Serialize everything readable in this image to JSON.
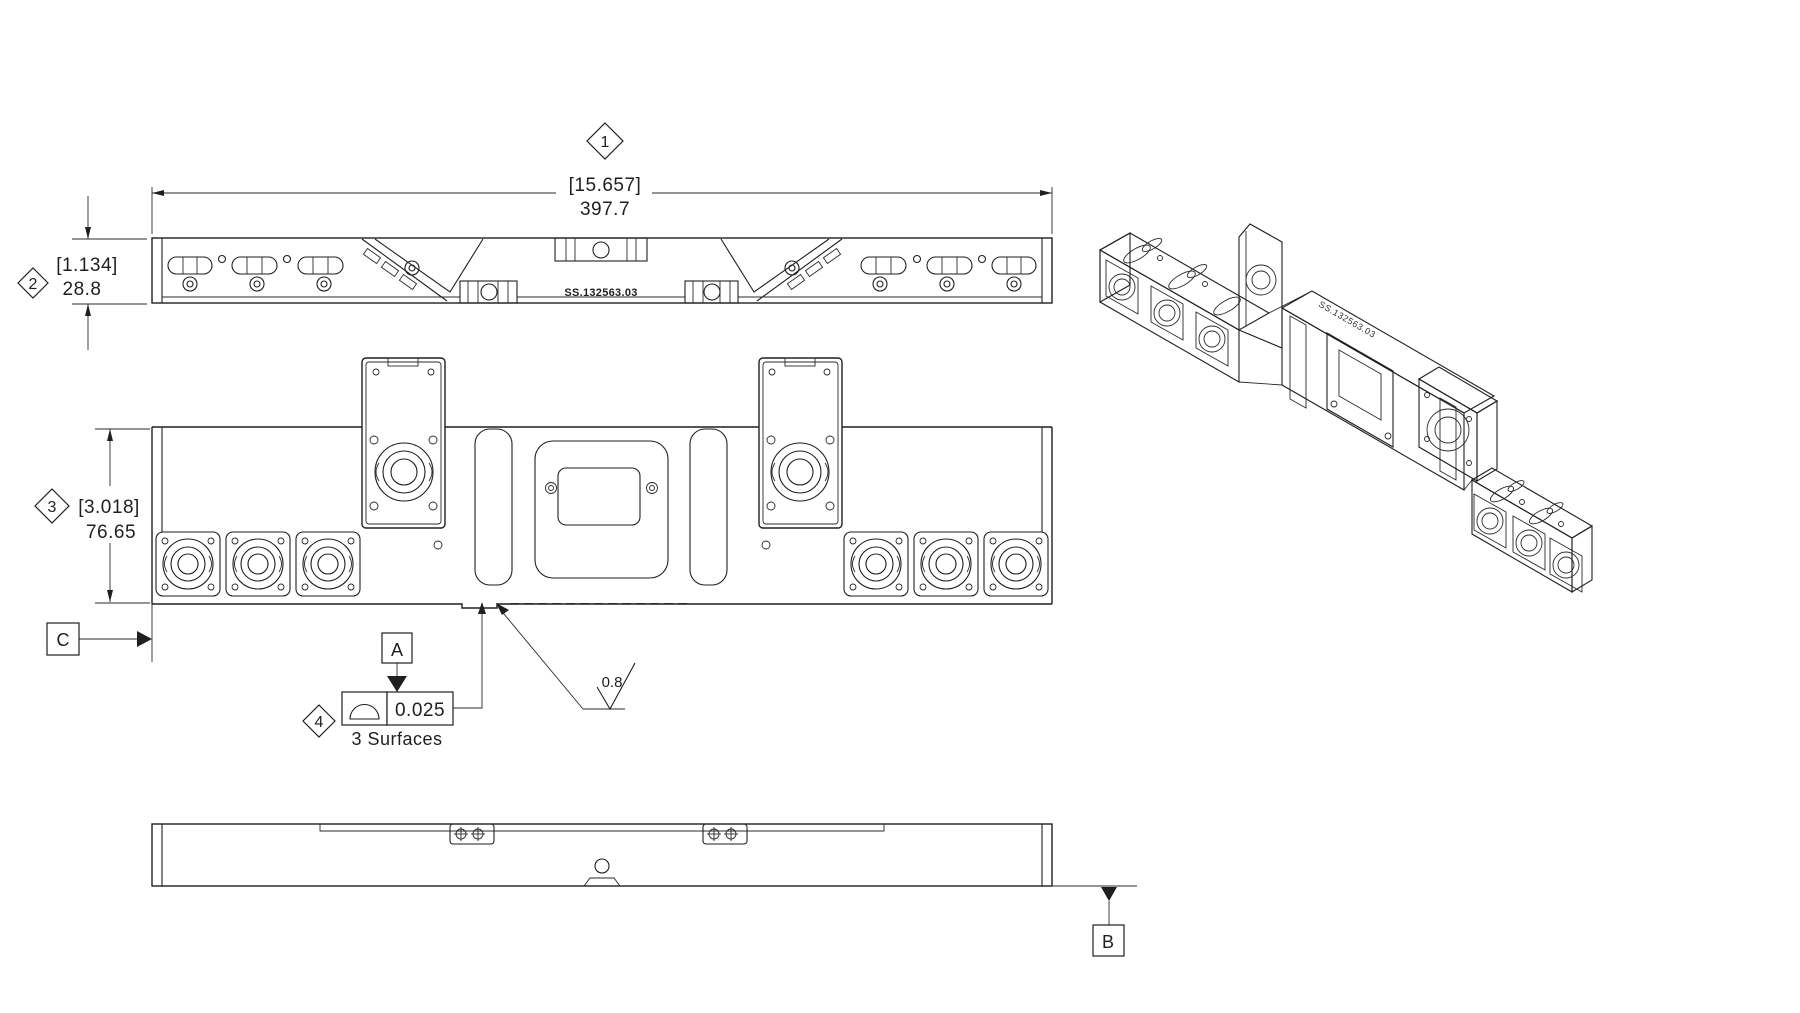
{
  "part_number": "SS.132563.03",
  "balloons": {
    "one": "1",
    "two": "2",
    "three": "3",
    "four": "4"
  },
  "dims": {
    "length_ref": "[15.657]",
    "length_mm": "397.7",
    "thickness_ref": "[1.134]",
    "thickness_mm": "28.8",
    "height_ref": "[3.018]",
    "height_mm": "76.65"
  },
  "gdt": {
    "profile_tolerance": "0.025",
    "note": "3 Surfaces"
  },
  "surface_finish": "0.8",
  "datums": {
    "a": "A",
    "b": "B",
    "c": "C"
  },
  "colors": {
    "line": "#1f1f1f",
    "bg": "#ffffff"
  }
}
